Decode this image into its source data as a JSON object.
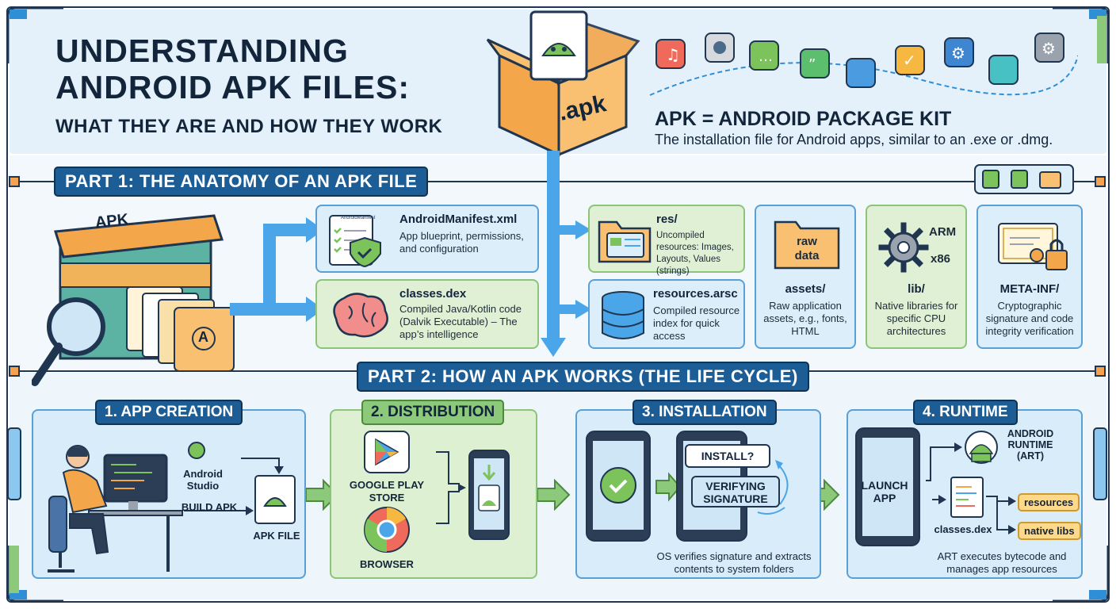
{
  "header": {
    "title_line1": "UNDERSTANDING",
    "title_line2": "ANDROID APK FILES:",
    "subtitle": "WHAT THEY ARE AND HOW THEY WORK",
    "box_label": ".apk",
    "definition": "APK = ANDROID PACKAGE KIT",
    "description": "The installation file for Android apps, similar to an .exe or .dmg."
  },
  "part1": {
    "heading": "PART 1: THE ANATOMY OF AN APK FILE",
    "apk_box_label": "APK",
    "folder_letter": "A",
    "manifest_doc_label": "AndroidManifest",
    "manifest": {
      "title": "AndroidManifest.xml",
      "text": "App blueprint, permissions, and configuration"
    },
    "classes": {
      "title": "classes.dex",
      "text": "Compiled Java/Kotlin code (Dalvik Executable) – The app’s intelligence"
    },
    "res": {
      "title": "res/",
      "text": "Uncompiled resources: Images, Layouts, Values (strings)"
    },
    "resources": {
      "title": "resources.arsc",
      "text": "Compiled resource index for quick access"
    },
    "assets": {
      "icon_label": "raw data",
      "title": "assets/",
      "text": "Raw application assets, e.g., fonts, HTML"
    },
    "lib": {
      "arm": "ARM",
      "x86": "x86",
      "title": "lib/",
      "text": "Native libraries for specific CPU architectures"
    },
    "meta": {
      "title": "META-INF/",
      "text": "Cryptographic signature and code integrity verification"
    }
  },
  "part2": {
    "heading": "PART 2: HOW AN APK WORKS (THE LIFE CYCLE)",
    "stage1": {
      "title": "1. APP CREATION",
      "studio": "Android Studio",
      "build": "BUILD APK",
      "file": "APK FILE"
    },
    "stage2": {
      "title": "2. DISTRIBUTION",
      "play": "GOOGLE PLAY STORE",
      "browser": "BROWSER"
    },
    "stage3": {
      "title": "3. INSTALLATION",
      "install": "INSTALL?",
      "verify": "VERIFYING SIGNATURE",
      "caption": "OS verifies signature and extracts contents to system folders"
    },
    "stage4": {
      "title": "4. RUNTIME",
      "launch": "LAUNCH APP",
      "art": "ANDROID RUNTIME (ART)",
      "dex": "classes.dex",
      "resources": "resources",
      "native": "native libs",
      "caption": "ART executes bytecode and manages app resources"
    }
  },
  "colors": {
    "navy": "#13253b",
    "blue": "#1d5d96",
    "light_blue": "#dceefa",
    "green": "#dff0d4",
    "android_green": "#7cc35c",
    "orange": "#f4a24d"
  }
}
